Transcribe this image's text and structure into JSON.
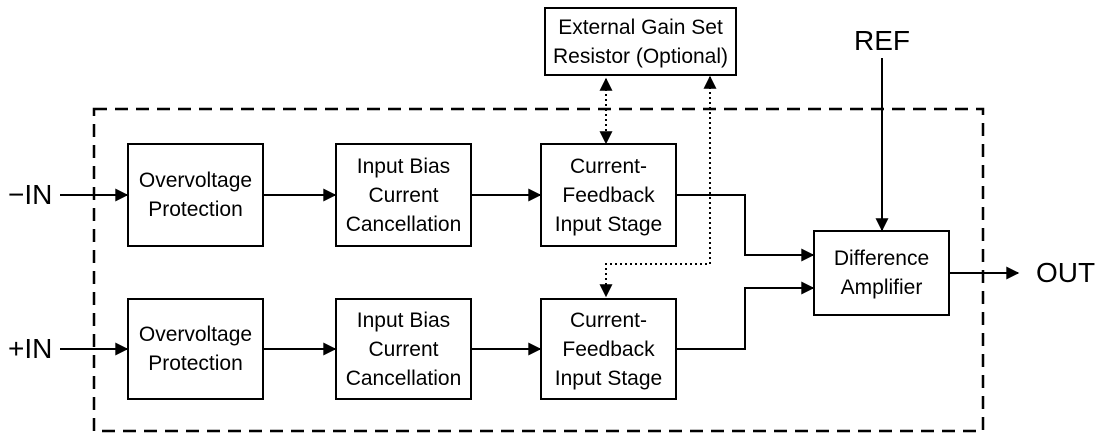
{
  "colors": {
    "ink": "#000000",
    "background": "#ffffff"
  },
  "boxes": {
    "external_gain": "External Gain Set\nResistor (Optional)",
    "overvoltage_top": "Overvoltage\nProtection",
    "input_bias_top": "Input Bias\nCurrent\nCancellation",
    "current_feedback_top": "Current-\nFeedback\nInput Stage",
    "difference_amplifier": "Difference\nAmplifier",
    "overvoltage_bottom": "Overvoltage\nProtection",
    "input_bias_bottom": "Input Bias\nCurrent\nCancellation",
    "current_feedback_bottom": "Current-\nFeedback\nInput Stage"
  },
  "ports": {
    "neg_in": "−IN",
    "pos_in": "+IN",
    "ref": "REF",
    "out": "OUT"
  }
}
